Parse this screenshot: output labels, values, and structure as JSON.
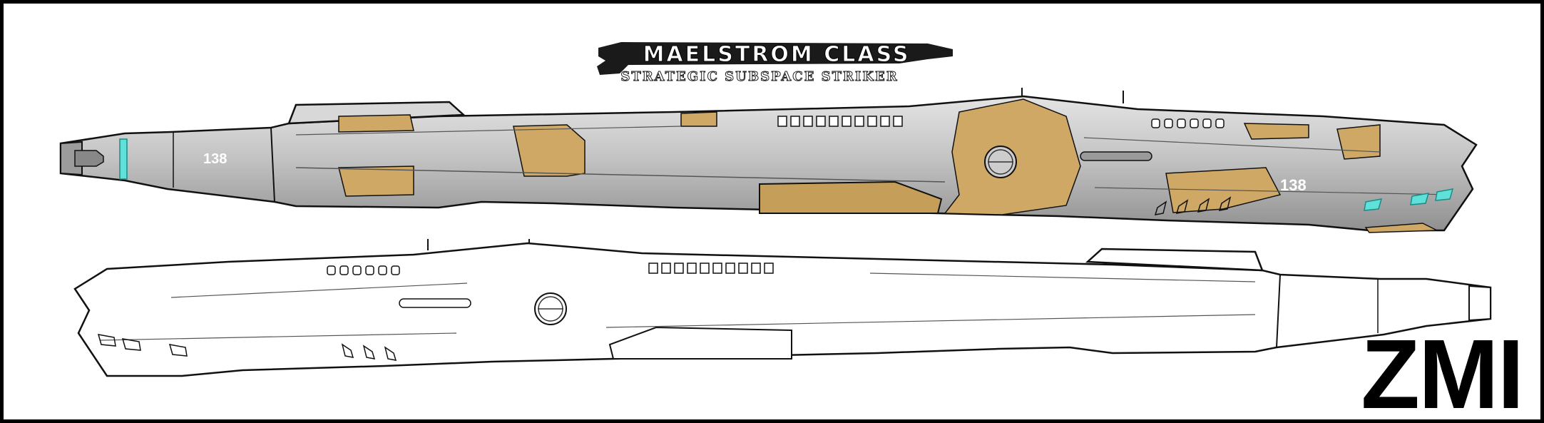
{
  "title": "MAELSTROM CLASS",
  "subtitle": "STRATEGIC SUBSPACE STRIKER",
  "hull_number": "138",
  "logo": "ZMI",
  "colors": {
    "hull_grey": "#bdbdbd",
    "hull_light": "#d6d6d6",
    "camo_tan": "#cfa866",
    "glow_cyan": "#5fe0d8",
    "line": "#111111",
    "banner": "#1a1a1a"
  },
  "views": [
    "side-profile-painted",
    "side-profile-lineart"
  ]
}
